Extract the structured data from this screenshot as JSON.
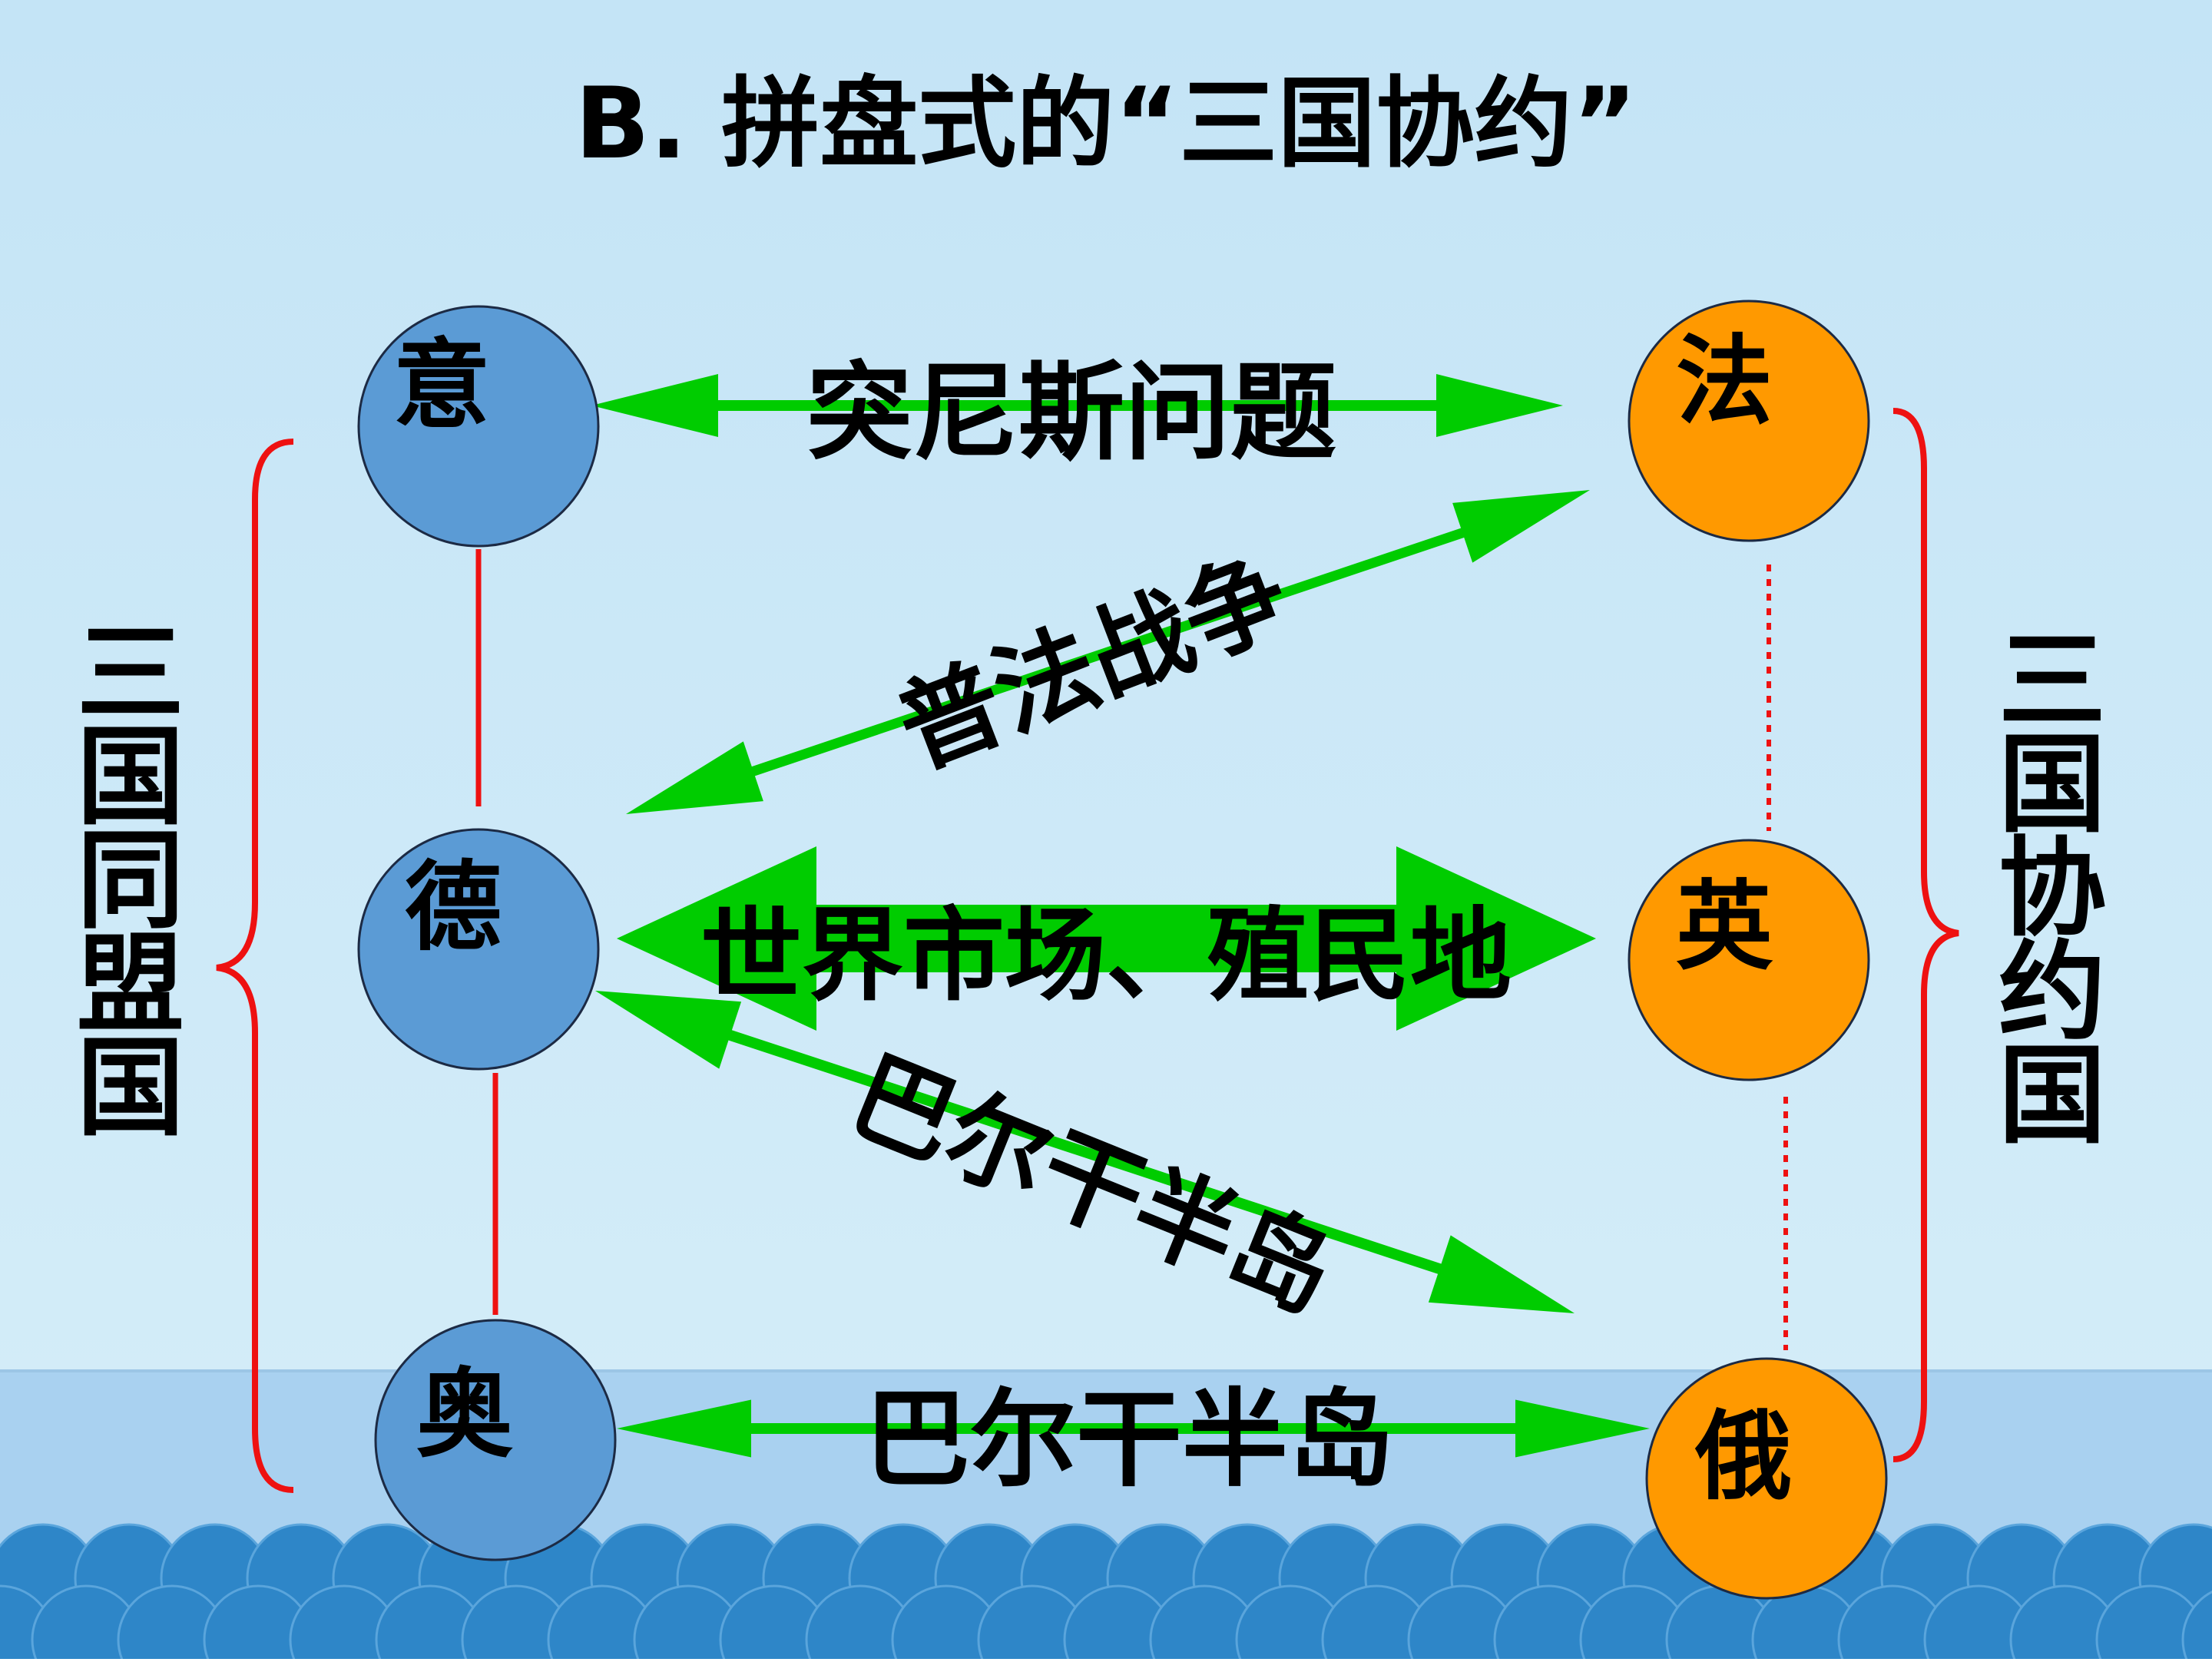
{
  "title": "B. 拼盘式的“三国协约”",
  "colors": {
    "sky": "#cfeaf8",
    "sea": "#a9d1f0",
    "wave": "#2e86c8",
    "node_blue": "#5b9bd5",
    "node_orange": "#ff9900",
    "arrow_green": "#00cc00",
    "bracket_red": "#ee1111"
  },
  "nodes": {
    "italy": "意",
    "germany": "德",
    "austria": "奥",
    "france": "法",
    "britain": "英",
    "russia": "俄"
  },
  "relations": {
    "italy_france": "突尼斯问题",
    "germany_france": "普法战争",
    "germany_britain": "世界市场、殖民地",
    "germany_russia": "巴尔干半岛",
    "austria_russia": "巴尔干半岛"
  },
  "groups": {
    "left_label": "三国同盟国",
    "right_label": "三国协约国"
  }
}
